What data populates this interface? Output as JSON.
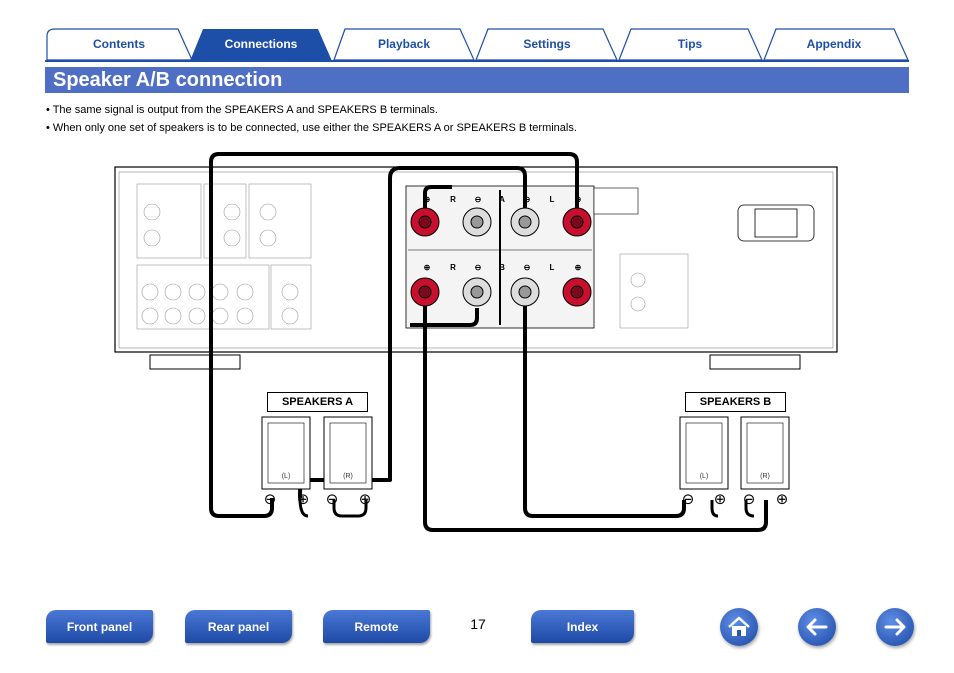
{
  "tabs": [
    {
      "label": "Contents",
      "active": false
    },
    {
      "label": "Connections",
      "active": true
    },
    {
      "label": "Playback",
      "active": false
    },
    {
      "label": "Settings",
      "active": false
    },
    {
      "label": "Tips",
      "active": false
    },
    {
      "label": "Appendix",
      "active": false
    }
  ],
  "page_title": "Speaker A/B connection",
  "bullets": [
    "• The same signal is output from the SPEAKERS A and SPEAKERS B terminals.",
    "• When only one set of speakers is to be connected, use either the SPEAKERS A or SPEAKERS B terminals."
  ],
  "diagram": {
    "speakers_a_label": "SPEAKERS A",
    "speakers_b_label": "SPEAKERS B",
    "left_channel": "(L)",
    "right_channel": "(R)",
    "terminal_a": "A",
    "terminal_b": "B",
    "terminal_l": "L",
    "terminal_r": "R",
    "minus_symbol": "⊖",
    "plus_symbol": "⊕",
    "amp_terminal_minus": "⊖",
    "amp_terminal_plus": "⊕"
  },
  "footer": {
    "front_panel": "Front panel",
    "rear_panel": "Rear panel",
    "remote": "Remote",
    "page_number": "17",
    "index": "Index",
    "home_icon": "home-icon",
    "back_icon": "arrow-left-icon",
    "forward_icon": "arrow-right-icon"
  },
  "colors": {
    "accent": "#4f6fc4",
    "tab_active": "#1e4fa8",
    "terminal_red": "#c8102e",
    "cable": "#000000"
  }
}
